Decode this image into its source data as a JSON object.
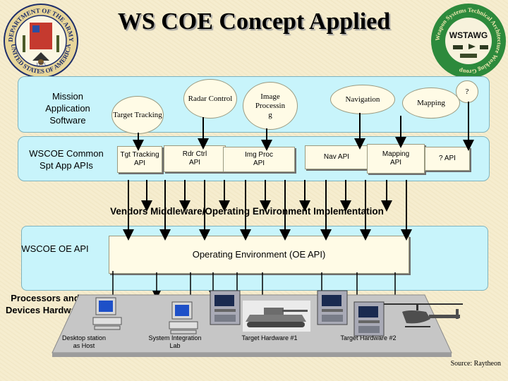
{
  "title": "WS COE Concept Applied",
  "seal_left": {
    "top_text": "DEPARTMENT OF THE ARMY",
    "bottom_text": "UNITED STATES OF AMERICA",
    "year": "1775"
  },
  "logo_right": {
    "ring_text": "Weapon Systems Technical Architecture Working Group",
    "wordmark": "WSTAWG"
  },
  "mission_label": "Mission Application Software",
  "api_label": "WSCOE Common Spt App APIs",
  "applications": {
    "target_tracking": "Target Tracking",
    "radar_control": "Radar Control",
    "image_processing": "Image Processin g",
    "navigation": "Navigation",
    "mapping": "Mapping",
    "unknown": "?"
  },
  "apis": {
    "tgt_tracking": "Tgt Tracking API",
    "rdr_ctrl": "Rdr Ctrl API",
    "img_proc": "Img Proc API",
    "nav": "Nav API",
    "mapping": "Mapping API",
    "unknown": "? API"
  },
  "vendors_label": "Vendors Middleware/Operating Environment Implementation",
  "oe_label": "WSCOE OE API",
  "oe_api": "Operating Environment (OE API)",
  "processors_label": "Processors and Devices Hardware",
  "hardware": {
    "desktop": "Desktop station as Host",
    "sil": "System Integration Lab",
    "target1": "Target Hardware #1",
    "target2": "Target Hardware #2"
  },
  "source": "Source: Raytheon",
  "colors": {
    "band": "#c8f4fb",
    "box": "#fffbe6",
    "background": "#f6edcf",
    "logo_green": "#2d8a3c"
  }
}
